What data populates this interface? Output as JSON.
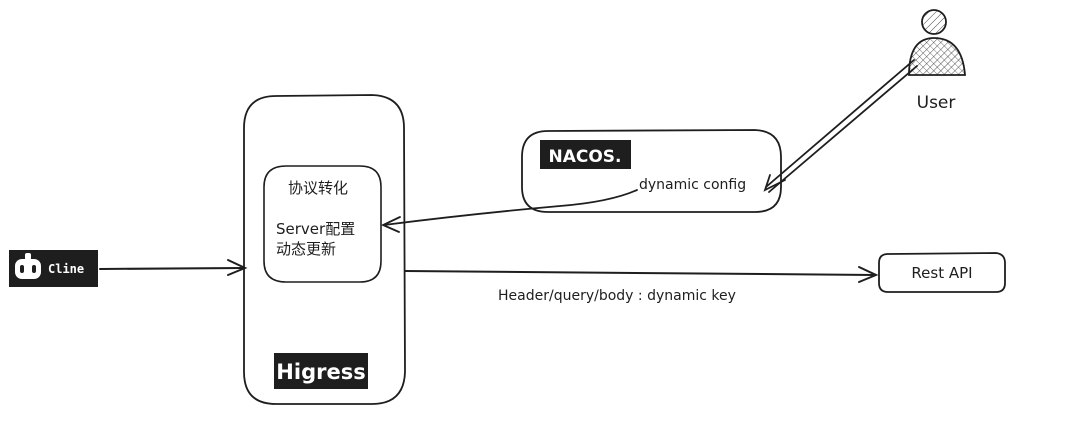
{
  "nodes": {
    "cline": {
      "label": "Cline",
      "icon": "robot-icon"
    },
    "higress": {
      "label": "Higress"
    },
    "protocol": {
      "title": "协议转化",
      "line1": "Server配置",
      "line2": "动态更新"
    },
    "nacos": {
      "label": "NACOS.",
      "caption": "dynamic config"
    },
    "rest_api": {
      "label": "Rest API"
    },
    "user": {
      "label": "User",
      "icon": "user-icon"
    }
  },
  "edges": {
    "rest_label": "Header/query/body :  dynamic key"
  },
  "colors": {
    "ink": "#1e1e1e",
    "logo_bg": "#1e1e1e",
    "logo_fg": "#ffffff"
  }
}
